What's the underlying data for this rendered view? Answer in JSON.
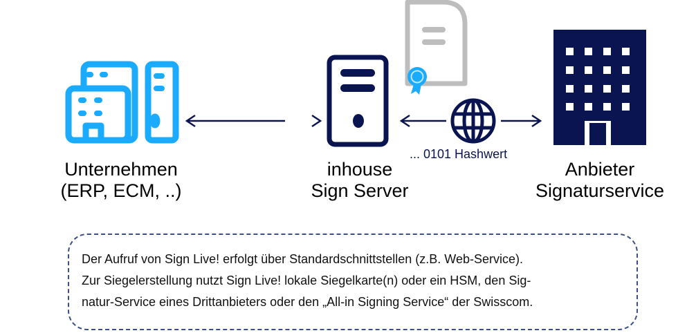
{
  "nodes": {
    "company": {
      "line1": "Unternehmen",
      "line2": "(ERP, ECM, ..)"
    },
    "server": {
      "line1": "inhouse",
      "line2": "Sign Server"
    },
    "provider": {
      "line1": "Anbieter",
      "line2": "Signaturservice"
    }
  },
  "hash_label": "... 0101 Hashwert",
  "description": {
    "lines": [
      "Der Aufruf von Sign Live! erfolgt über Standardschnittstellen (z.B. Web-Service).",
      "Zur Siegelerstellung nutzt Sign Live! lokale Siegelkarte(n) oder ein HSM, den Sig-",
      "natur-Service eines Drittanbieters oder den „All-in Signing Service“ der Swisscom."
    ]
  },
  "colors": {
    "navy": "#0a1450",
    "light_blue": "#1aabff",
    "gray": "#bdbdbd"
  }
}
